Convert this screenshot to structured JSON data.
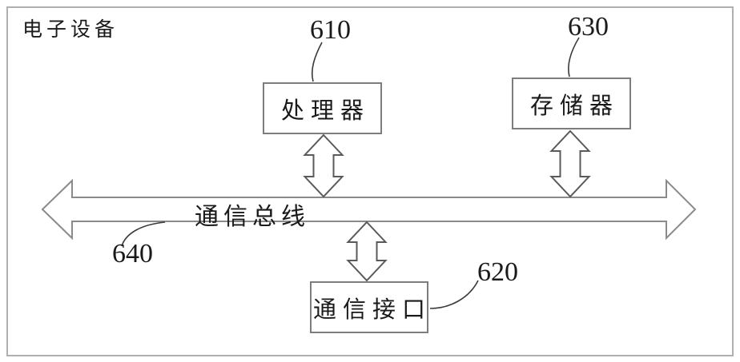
{
  "diagram": {
    "title": "电子设备",
    "bus": {
      "label": "通信总线",
      "ref": "640"
    },
    "nodes": [
      {
        "id": "processor",
        "label": "处理器",
        "ref": "610"
      },
      {
        "id": "comm-interface",
        "label": "通信接口",
        "ref": "620"
      },
      {
        "id": "memory",
        "label": "存储器",
        "ref": "630"
      }
    ],
    "colors": {
      "background": "#ffffff",
      "frame_border": "#b0b0b0",
      "box_border": "#7d7d7d",
      "bus_outline": "#8a8a8a",
      "arrow_outline": "#5a5a5a",
      "leader_line": "#3a3a3a",
      "text": "#1a1a1a"
    }
  }
}
